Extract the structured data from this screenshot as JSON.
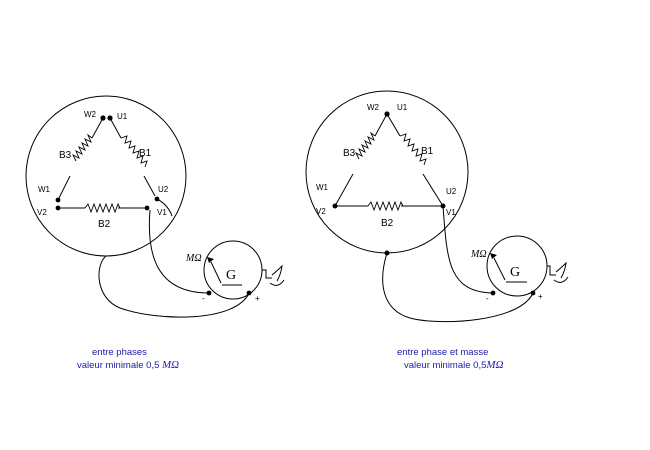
{
  "diagrams": [
    {
      "terminals": {
        "w2": "W2",
        "u1": "U1",
        "w1": "W1",
        "u2": "U2",
        "v2": "V2",
        "v1": "V1"
      },
      "windings": {
        "b1": "B1",
        "b2": "B2",
        "b3": "B3"
      },
      "meter": {
        "unit": "MΩ",
        "symbol": "G",
        "minus": "-",
        "plus": "+"
      },
      "caption": {
        "line1": "entre phases",
        "line2_prefix": "valeur minimale 0,5 ",
        "line2_unit": "MΩ"
      }
    },
    {
      "terminals": {
        "w2": "W2",
        "u1": "U1",
        "w1": "W1",
        "u2": "U2",
        "v2": "V2",
        "v1": "V1"
      },
      "windings": {
        "b1": "B1",
        "b2": "B2",
        "b3": "B3"
      },
      "meter": {
        "unit": "MΩ",
        "symbol": "G",
        "minus": "-",
        "plus": "+"
      },
      "caption": {
        "line1": "entre phase et masse",
        "line2_prefix": "valeur minimale 0,5",
        "line2_unit": "MΩ"
      }
    }
  ],
  "icons": [
    "motor-housing-circle",
    "megohmmeter-gauge-icon",
    "hand-crank-icon",
    "winding-coil-icon"
  ]
}
